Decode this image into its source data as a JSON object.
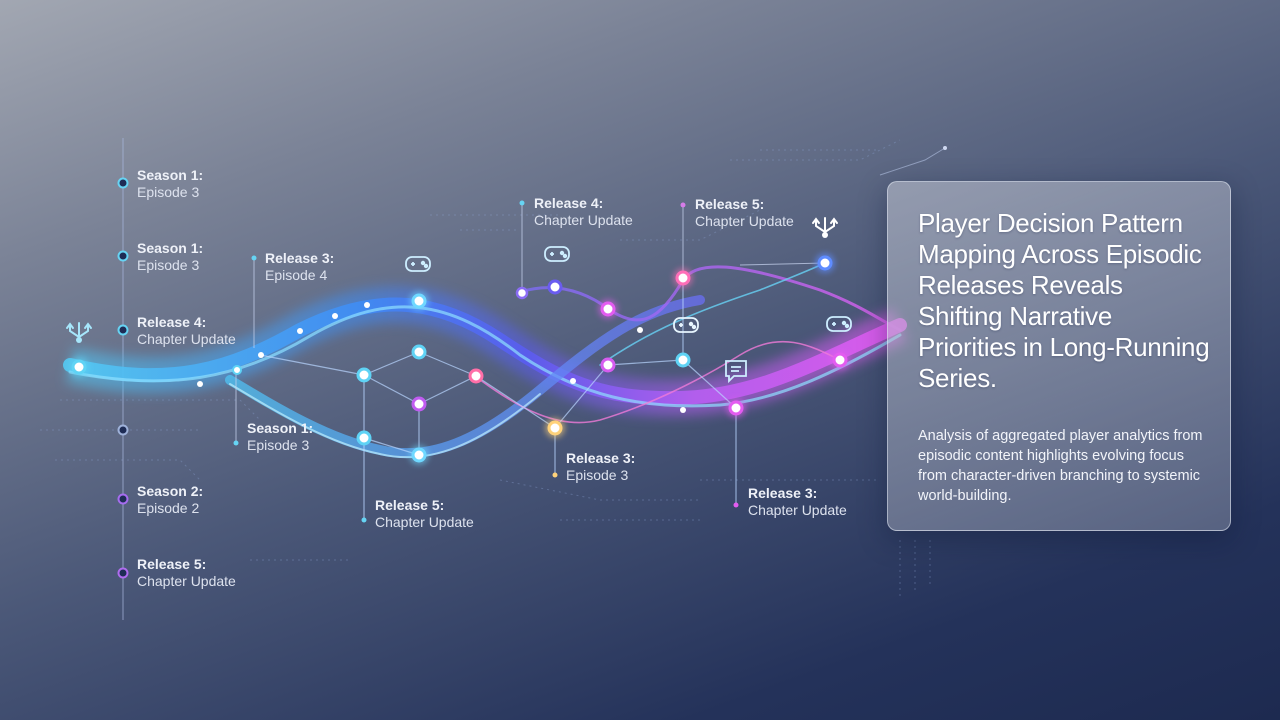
{
  "card": {
    "title": "Player Decision Pattern Mapping Across Episodic Releases Reveals Shifting Narrative Priorities in Long-Running Series.",
    "body": "Analysis of aggregated player analytics from episodic content highlights evolving focus from character-driven branching to systemic world-building."
  },
  "timeline_labels": [
    {
      "title": "Season 1:",
      "sub": "Episode 3"
    },
    {
      "title": "Season 1:",
      "sub": "Episode 3"
    },
    {
      "title": "Release 4:",
      "sub": "Chapter Update"
    },
    {
      "title": "Season 2:",
      "sub": "Episode 2"
    },
    {
      "title": "Release 5:",
      "sub": "Chapter Update"
    }
  ],
  "flow_labels": [
    {
      "title": "Release 3:",
      "sub": "Episode 4"
    },
    {
      "title": "Release 4:",
      "sub": "Chapter Update"
    },
    {
      "title": "Release 5:",
      "sub": "Chapter Update"
    },
    {
      "title": "Season 1:",
      "sub": "Episode 3"
    },
    {
      "title": "Release 5:",
      "sub": "Chapter Update"
    },
    {
      "title": "Release 3:",
      "sub": "Episode 3"
    },
    {
      "title": "Release 3:",
      "sub": "Chapter Update"
    }
  ],
  "colors": {
    "cyan": "#5fd3f5",
    "blue": "#4f7cff",
    "violet": "#9a5cff",
    "magenta": "#e35cf0",
    "pink": "#ff6fa8",
    "amber": "#ffd27a"
  },
  "icons": [
    "branch-icon",
    "gamepad-icon",
    "chat-icon"
  ]
}
